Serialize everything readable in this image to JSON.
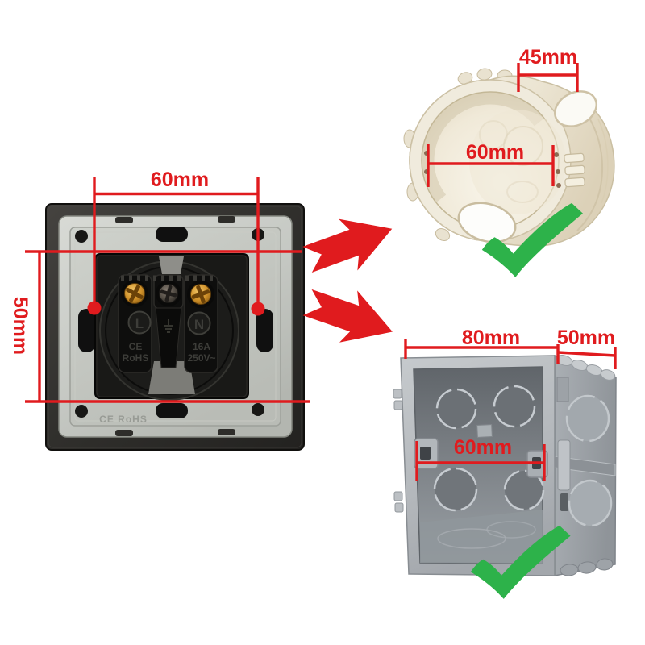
{
  "figure": {
    "description": "Wall socket back view with mounting dimensions and two compatible flush mounting boxes marked with green checkmarks"
  },
  "colors": {
    "annotation_red": "#e01b1e",
    "check_green": "#2db24a",
    "background": "#ffffff",
    "socket_frame_dark": "#2b2a27",
    "mounting_plate_gray": "#c7cac5",
    "mechanism_black": "#161614",
    "round_box_cream": "#ece5d3",
    "square_box_gray": "#b7bbbf"
  },
  "socket_back_view": {
    "screw_spacing_label": "60mm",
    "mechanism_height_label": "50mm",
    "plate_stamp": "CE RoHS",
    "live_terminal_label": "L",
    "neutral_terminal_label": "N",
    "cert_line1": "CE",
    "cert_line2": "RoHS",
    "rating_line1": "16A",
    "rating_line2": "250V~"
  },
  "round_mounting_box": {
    "depth_label": "45mm",
    "inner_diameter_label": "60mm",
    "status_icon": "green-checkmark"
  },
  "square_mounting_box": {
    "width_label": "80mm",
    "depth_label": "50mm",
    "screw_spacing_label": "60mm",
    "status_icon": "green-checkmark"
  }
}
